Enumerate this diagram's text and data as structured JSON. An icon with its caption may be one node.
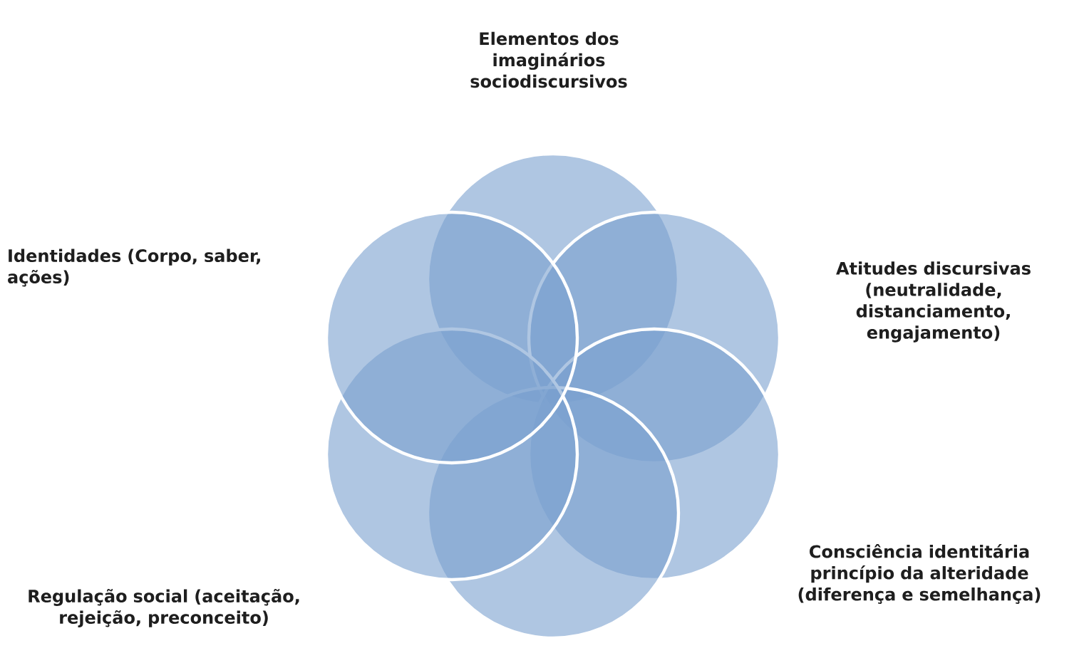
{
  "diagram": {
    "nodes": [
      {
        "text": [],
        "shape": "circle",
        "beside": [
          "Elementos dos imaginários sociodiscursivos"
        ]
      },
      {
        "text": [],
        "shape": "circle",
        "beside": [
          "Atitudes discursivas (neutralidade, distanciamento, engajamento)"
        ]
      },
      {
        "text": [],
        "shape": "circle",
        "beside": [
          "Consciência identitária princípio da alteridade (diferença e semelhança)"
        ]
      },
      {
        "text": [],
        "shape": "circle"
      },
      {
        "text": [],
        "shape": "circle",
        "beside": [
          "Regulação social (aceitação, rejeição, preconceito)"
        ]
      },
      {
        "text": [],
        "shape": "circle",
        "beside": [
          "Identidades (Corpo, saber, ações)"
        ]
      }
    ]
  }
}
